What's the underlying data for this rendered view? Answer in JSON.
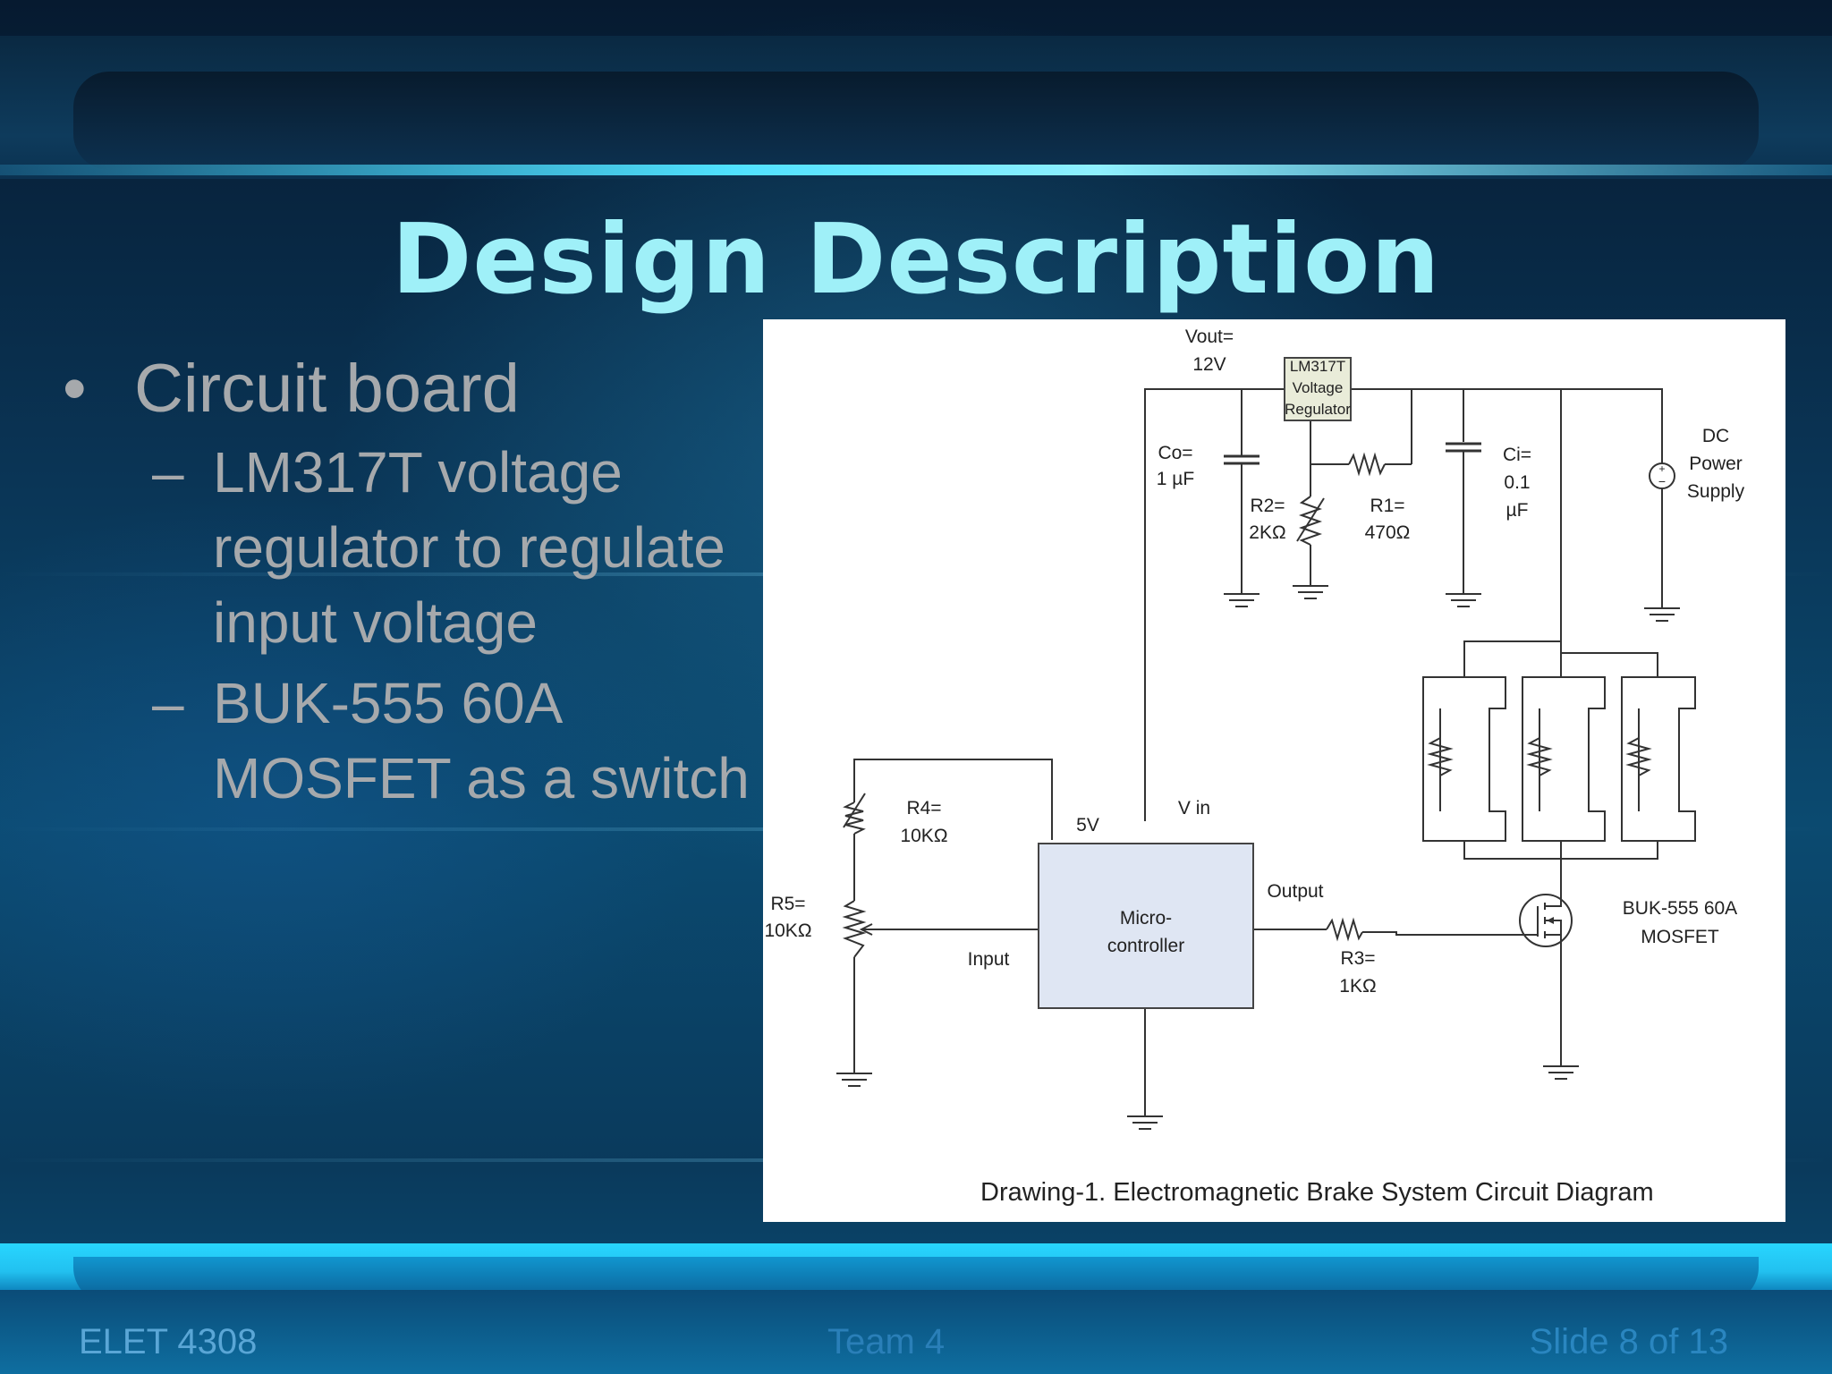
{
  "slide": {
    "title": "Design Description",
    "bullets": [
      {
        "text": "Circuit board",
        "sub": [
          "LM317T voltage regulator to regulate input voltage",
          "BUK-555 60A MOSFET as a switch"
        ]
      }
    ],
    "footer": {
      "left": "ELET 4308",
      "center": "Team 4",
      "right": "Slide 8 of 13"
    }
  },
  "diagram": {
    "vout_line1": "Vout=",
    "vout_line2": "12V",
    "regulator": [
      "LM317T",
      "Voltage",
      "Regulator"
    ],
    "co_line1": "Co=",
    "co_line2": "1 µF",
    "r2_line1": "R2=",
    "r2_line2": "2KΩ",
    "r1_line1": "R1=",
    "r1_line2": "470Ω",
    "ci_line1": "Ci=",
    "ci_line2": "0.1",
    "ci_line3": "µF",
    "dc_line1": "DC",
    "dc_line2": "Power",
    "dc_line3": "Supply",
    "r4_line1": "R4=",
    "r4_line2": "10KΩ",
    "label_5v": "5V",
    "label_vin": "V in",
    "r5_line1": "R5=",
    "r5_line2": "10KΩ",
    "micro_line1": "Micro-",
    "micro_line2": "controller",
    "label_input": "Input",
    "label_output": "Output",
    "r3_line1": "R3=",
    "r3_line2": "1KΩ",
    "mosfet_line1": "BUK-555 60A",
    "mosfet_line2": "MOSFET",
    "caption": "Drawing-1.  Electromagnetic Brake System Circuit Diagram"
  }
}
